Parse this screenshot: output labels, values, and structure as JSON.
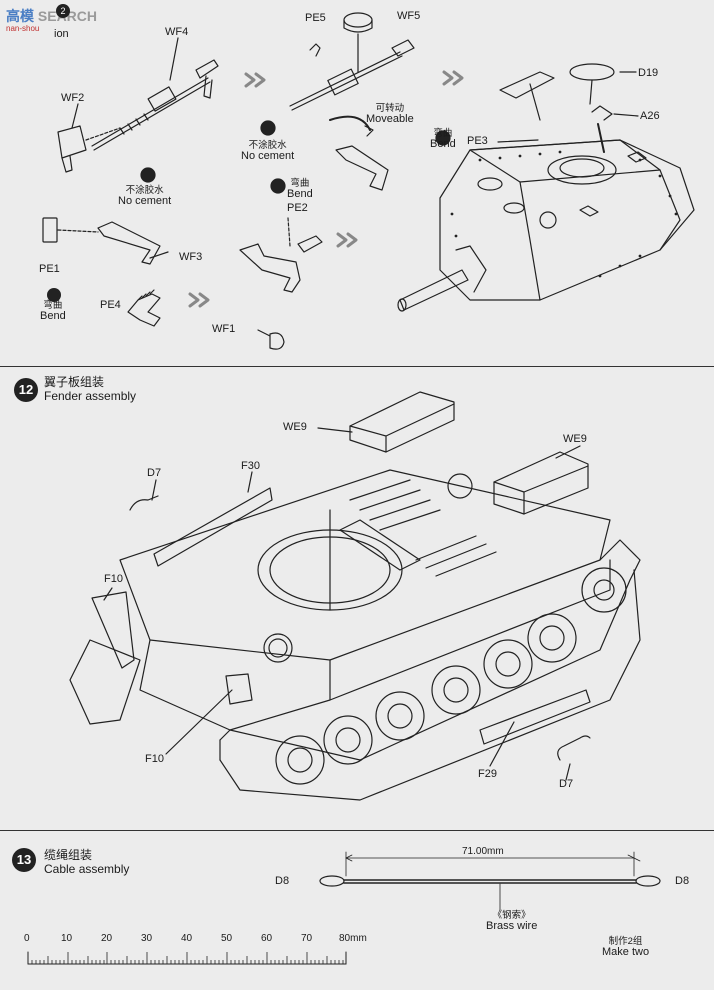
{
  "watermark": {
    "cn": "高",
    "cn2": "模",
    "text": "SEARCH",
    "sub": "nan-shou"
  },
  "step11": {
    "top_badge": "2",
    "top_label": "ion",
    "parts": {
      "wf4": "WF4",
      "wf2": "WF2",
      "pe5": "PE5",
      "wf5": "WF5",
      "d19": "D19",
      "a26": "A26",
      "pe3": "PE3",
      "pe2": "PE2",
      "pe1": "PE1",
      "wf3": "WF3",
      "pe4": "PE4",
      "wf1": "WF1"
    },
    "notes": {
      "no_cement_cn": "不涂胶水",
      "no_cement_en": "No cement",
      "no_cement2_cn": "不涂胶水",
      "no_cement2_en": "No cement",
      "moveable_cn": "可转动",
      "moveable_en": "Moveable",
      "bend_cn": "弯曲",
      "bend_en": "Bend",
      "bend2_cn": "弯曲",
      "bend2_en": "Bend",
      "bend3_cn": "弯曲",
      "bend3_en": "Bend"
    }
  },
  "step12": {
    "number": "12",
    "title_cn": "翼子板组装",
    "title_en": "Fender   assembly",
    "parts": {
      "we9a": "WE9",
      "we9b": "WE9",
      "d7a": "D7",
      "f30": "F30",
      "f10a": "F10",
      "f10b": "F10",
      "f29": "F29",
      "d7b": "D7"
    }
  },
  "step13": {
    "number": "13",
    "title_cn": "缆绳组装",
    "title_en": "Cable assembly",
    "length": "71.00mm",
    "left_part": "D8",
    "right_part": "D8",
    "wire_cn": "《钢索》",
    "wire_en": "Brass wire",
    "make_cn": "制作2组",
    "make_en": "Make two",
    "ruler": [
      "0",
      "10",
      "20",
      "30",
      "40",
      "50",
      "60",
      "70",
      "80mm"
    ]
  }
}
